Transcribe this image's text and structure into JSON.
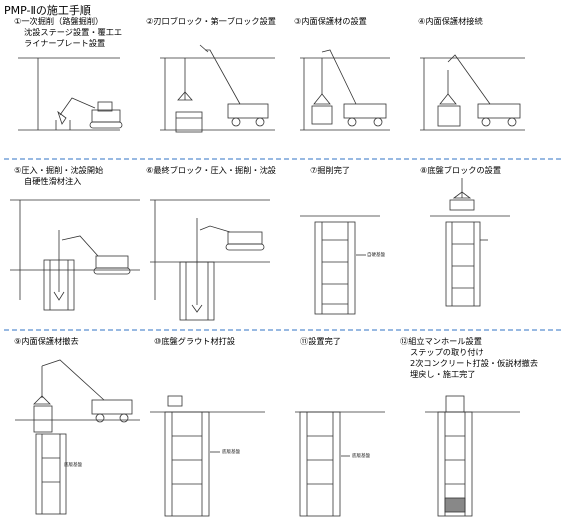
{
  "title": "PMP-Ⅱの施工手順",
  "steps": [
    {
      "label": "①一次掘削（路盤掘削）",
      "sub": [
        "沈設ステージ設置・覆工エ",
        "ライナープレート設置"
      ]
    },
    {
      "label": "②刃口ブロック・第一ブロック設置",
      "sub": []
    },
    {
      "label": "③内面保護材の設置",
      "sub": []
    },
    {
      "label": "④内面保護材接続",
      "sub": []
    },
    {
      "label": "⑤圧入・掘削・沈設開始",
      "sub": [
        "自硬性滑材注入"
      ]
    },
    {
      "label": "⑥最終ブロック・圧入・掘削・沈設",
      "sub": []
    },
    {
      "label": "⑦掘削完了",
      "sub": []
    },
    {
      "label": "⑧底盤ブロックの設置",
      "sub": []
    },
    {
      "label": "⑨内面保護材撤去",
      "sub": []
    },
    {
      "label": "⑩底盤グラウト材打設",
      "sub": []
    },
    {
      "label": "⑪設置完了",
      "sub": []
    },
    {
      "label": "⑫組立マンホール設置",
      "sub": [
        "ステップの取り付け",
        "2次コンクリート打設・仮説材撤去",
        "埋戻し・施工完了"
      ]
    }
  ],
  "tags": {
    "bottom_concrete": "底版基盤",
    "grout": "自硬基盤"
  },
  "colors": {
    "divider": "#5b8fd0",
    "line": "#333333"
  }
}
